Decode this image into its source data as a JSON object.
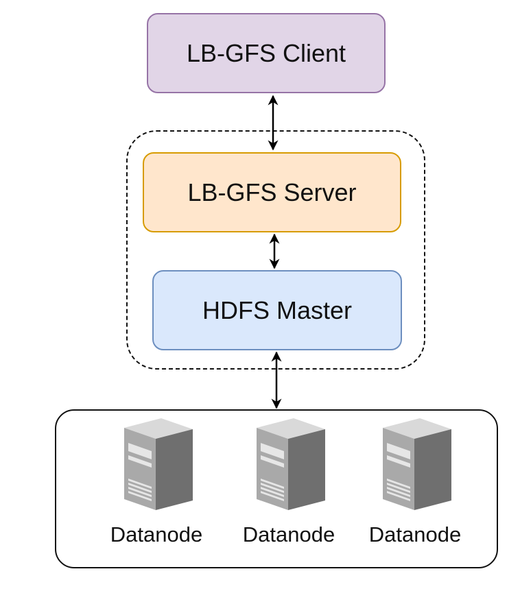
{
  "colors": {
    "client_fill": "#e1d5e7",
    "client_border": "#9673a6",
    "server_fill": "#ffe6cc",
    "server_border": "#d79b00",
    "master_fill": "#dae8fc",
    "master_border": "#6c8ebf",
    "line": "#000000"
  },
  "client": {
    "label": "LB-GFS Client"
  },
  "server": {
    "label": "LB-GFS Server"
  },
  "master": {
    "label": "HDFS Master"
  },
  "datanodes": [
    {
      "label": "Datanode",
      "icon": "server-tower-icon"
    },
    {
      "label": "Datanode",
      "icon": "server-tower-icon"
    },
    {
      "label": "Datanode",
      "icon": "server-tower-icon"
    }
  ],
  "connections": [
    {
      "from": "LB-GFS Client",
      "to": "LB-GFS Server",
      "direction": "bidirectional"
    },
    {
      "from": "LB-GFS Server",
      "to": "HDFS Master",
      "direction": "bidirectional"
    },
    {
      "from": "HDFS Master",
      "to": "Datanode",
      "direction": "bidirectional"
    }
  ]
}
